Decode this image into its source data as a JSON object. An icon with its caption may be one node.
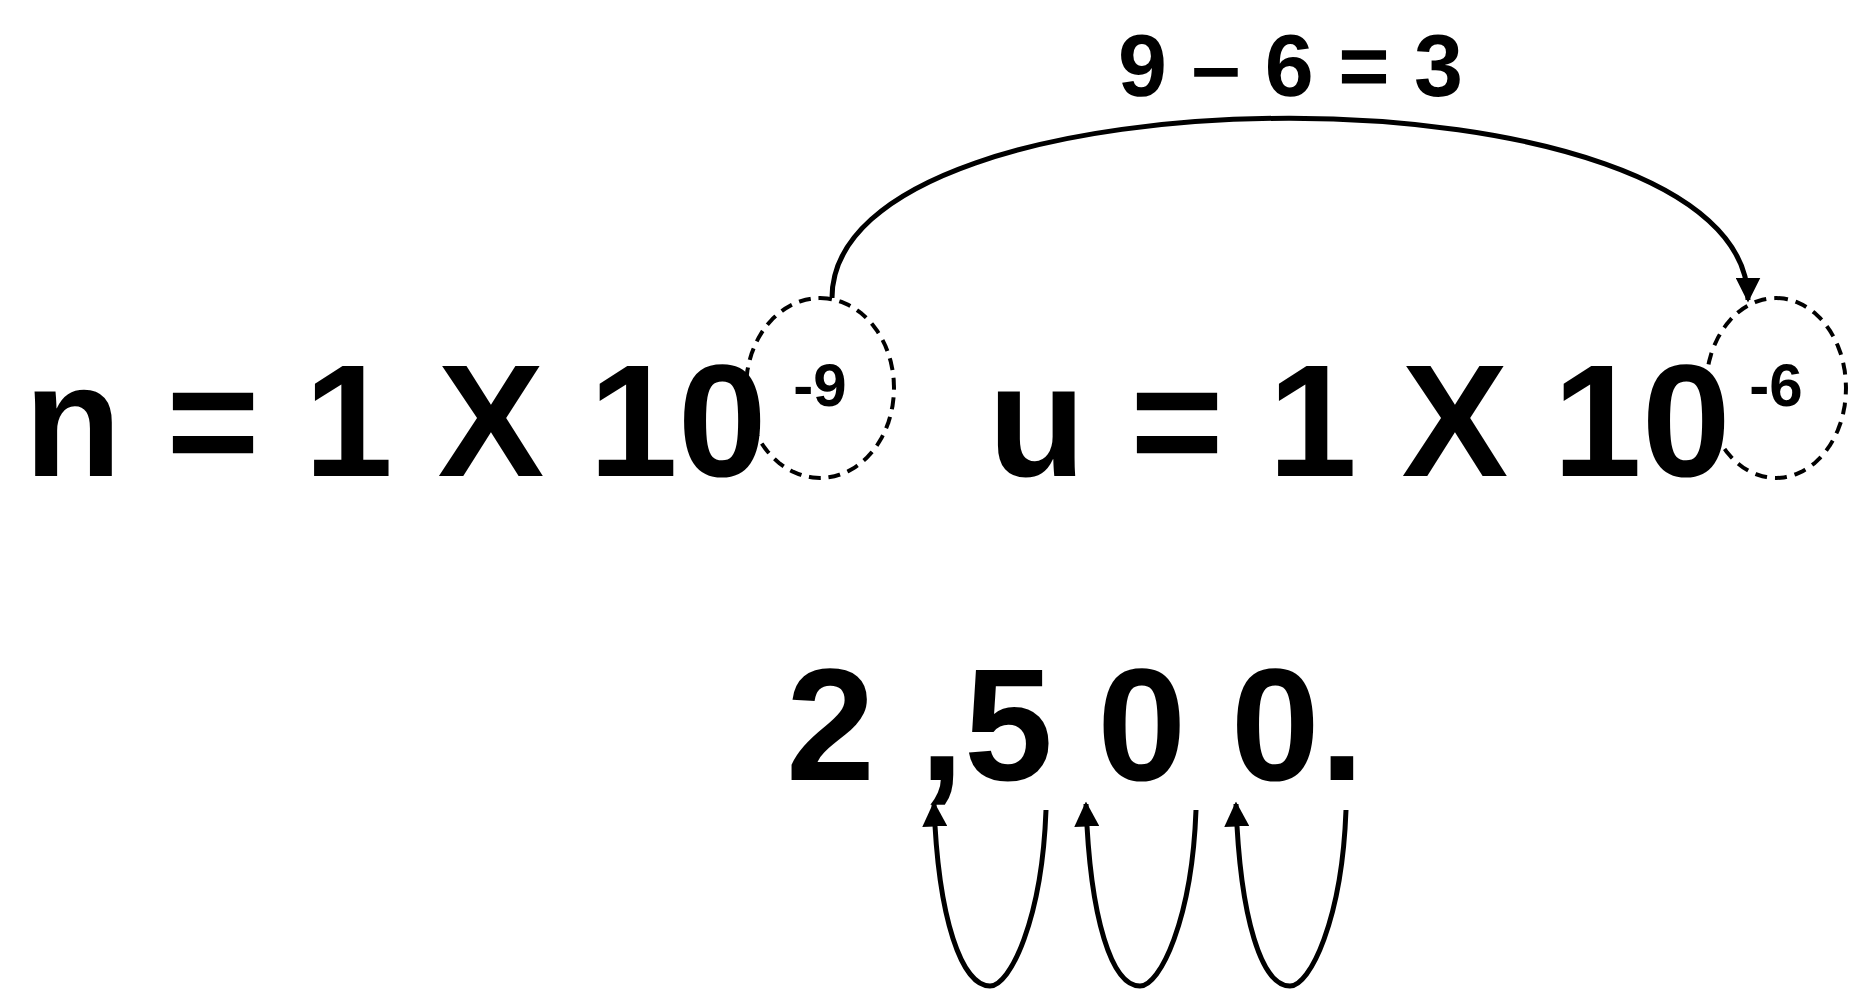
{
  "diagram": {
    "nodes": [
      {
        "text": [
          "-9"
        ]
      },
      {
        "text": [
          "-6"
        ]
      }
    ],
    "edges": [
      {
        "from": 0,
        "to": 1,
        "arrow": "to",
        "label": "9 – 6 = 3"
      }
    ],
    "labels": [
      "n = 1 X 10",
      "u = 1 X 10",
      "2 ,5 0 0."
    ]
  }
}
